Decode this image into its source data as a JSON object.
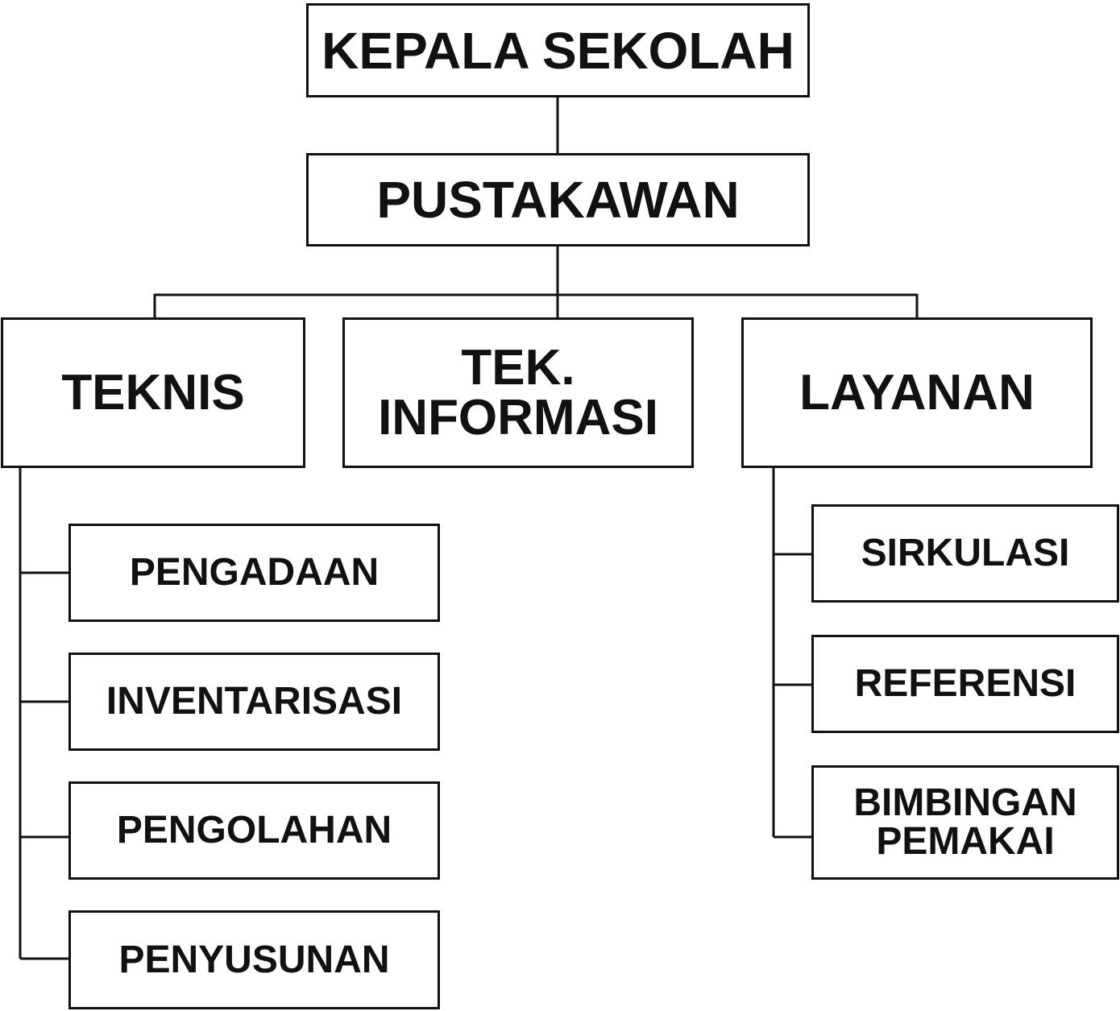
{
  "title": "KEPALA SEKOLAH",
  "level2": "PUSTAKAWAN",
  "divisions": [
    {
      "label": "TEKNIS",
      "children": [
        "PENGADAAN",
        "INVENTARISASI",
        "PENGOLAHAN",
        "PENYUSUNAN"
      ]
    },
    {
      "label": "TEK.\nINFORMASI",
      "children": []
    },
    {
      "label": "LAYANAN",
      "children": [
        "SIRKULASI",
        "REFERENSI",
        "BIMBINGAN\nPEMAKAI"
      ]
    }
  ]
}
